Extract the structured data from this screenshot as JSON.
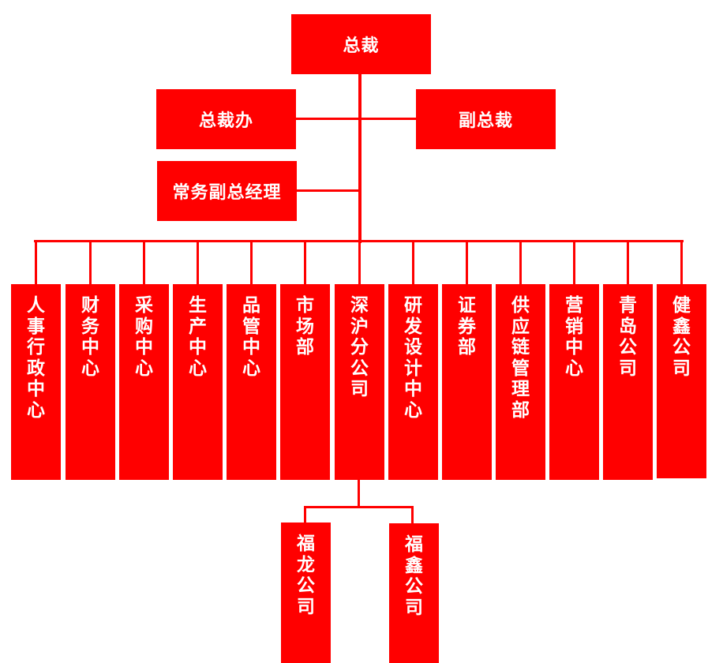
{
  "chart": {
    "root": {
      "label": "总裁"
    },
    "staff_left": {
      "label": "总裁办"
    },
    "staff_right": {
      "label": "副总裁"
    },
    "executive": {
      "label": "常务副总经理"
    },
    "departments": [
      {
        "label": "人事行政中心"
      },
      {
        "label": "财务中心"
      },
      {
        "label": "采购中心"
      },
      {
        "label": "生产中心"
      },
      {
        "label": "品管中心"
      },
      {
        "label": "市场部"
      },
      {
        "label": "深沪分公司"
      },
      {
        "label": "研发设计中心"
      },
      {
        "label": "证券部"
      },
      {
        "label": "供应链管理部"
      },
      {
        "label": "营销中心"
      },
      {
        "label": "青岛公司"
      },
      {
        "label": "健鑫公司"
      }
    ],
    "subsidiaries": [
      {
        "label": "福龙公司"
      },
      {
        "label": "福鑫公司"
      }
    ],
    "colors": {
      "box": "#ff0000",
      "text": "#ffffff",
      "line": "#ff0000",
      "background": "#ffffff"
    }
  }
}
